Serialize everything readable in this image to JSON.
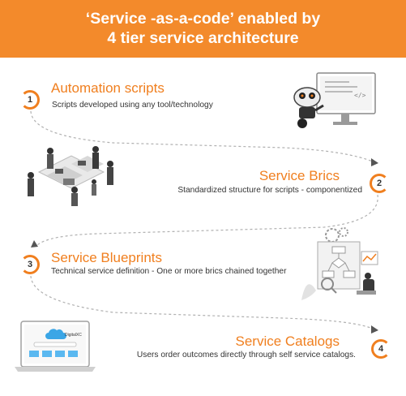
{
  "banner": {
    "line1": "‘Service -as-a-code’ enabled by",
    "line2": "4 tier service architecture"
  },
  "steps": [
    {
      "number": "1",
      "title": "Automation scripts",
      "description": "Scripts developed using any tool/technology"
    },
    {
      "number": "2",
      "title": "Service Brics",
      "description": "Standardized structure for scripts - componentized"
    },
    {
      "number": "3",
      "title": "Service Blueprints",
      "description": "Technical service definition - One or more brics chained together"
    },
    {
      "number": "4",
      "title": "Service Catalogs",
      "description": "Users order outcomes directly through self service catalogs."
    }
  ],
  "illustrations": {
    "laptop_logo": "DigitalXC"
  },
  "colors": {
    "accent": "#f38a2b",
    "title_orange": "#f07f1f",
    "dashed_line": "#b0b0b0",
    "laptop_tile": "#5ab8f0"
  }
}
